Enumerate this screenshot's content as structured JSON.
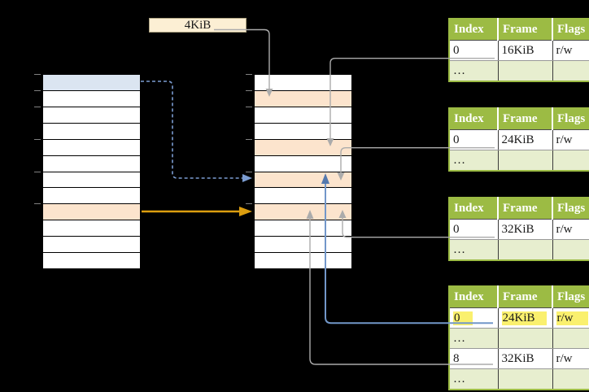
{
  "colors": {
    "background": "#000000",
    "row_white": "#FFFFFF",
    "row_blue": "#DBE5F1",
    "row_orange": "#FCE4CD",
    "banner_bg": "#FCEFD4",
    "banner_border": "#B0A584",
    "table_green": "#9CBB44",
    "table_green_light": "#E7EECF",
    "highlight_yellow": "#FAF06E",
    "connector_gray": "#ABABAB",
    "connector_blue": "#7297C9",
    "arrowhead_blue": "#5579AD",
    "arrow_dashed_blue": "#7B9CD1",
    "arrow_orange": "#DC9E0F",
    "tick_gray": "#808080"
  },
  "banner": {
    "label": "4KiB"
  },
  "left_table": {
    "rows": [
      "blue",
      "white",
      "white",
      "white",
      "white",
      "white",
      "white",
      "white",
      "orange",
      "white",
      "white",
      "white"
    ],
    "tick_rows": [
      0,
      1,
      2,
      4,
      6,
      8
    ]
  },
  "middle_table": {
    "rows": [
      "white",
      "orange",
      "white",
      "white",
      "orange",
      "white",
      "orange",
      "white",
      "orange",
      "white",
      "white",
      "white"
    ],
    "tick_rows": [
      0,
      1,
      2,
      4,
      6,
      8
    ]
  },
  "frame_tables": [
    {
      "headers": [
        "Index",
        "Frame",
        "Flags"
      ],
      "rows": [
        {
          "cells": [
            "0",
            "16KiB",
            "r/w"
          ],
          "variant": "data",
          "highlight": false
        },
        {
          "cells": [
            "…",
            "",
            ""
          ],
          "variant": "ellipsis",
          "highlight": false
        }
      ]
    },
    {
      "headers": [
        "Index",
        "Frame",
        "Flags"
      ],
      "rows": [
        {
          "cells": [
            "0",
            "24KiB",
            "r/w"
          ],
          "variant": "data",
          "highlight": false
        },
        {
          "cells": [
            "…",
            "",
            ""
          ],
          "variant": "ellipsis",
          "highlight": false
        }
      ]
    },
    {
      "headers": [
        "Index",
        "Frame",
        "Flags"
      ],
      "rows": [
        {
          "cells": [
            "0",
            "32KiB",
            "r/w"
          ],
          "variant": "data",
          "highlight": false
        },
        {
          "cells": [
            "…",
            "",
            ""
          ],
          "variant": "ellipsis",
          "highlight": false
        }
      ]
    },
    {
      "headers": [
        "Index",
        "Frame",
        "Flags"
      ],
      "rows": [
        {
          "cells": [
            "0",
            "24KiB",
            "r/w"
          ],
          "variant": "data",
          "highlight": true
        },
        {
          "cells": [
            "…",
            "",
            ""
          ],
          "variant": "ellipsis",
          "highlight": false
        },
        {
          "cells": [
            "8",
            "32KiB",
            "r/w"
          ],
          "variant": "data",
          "highlight": false
        },
        {
          "cells": [
            "…",
            "",
            ""
          ],
          "variant": "ellipsis",
          "highlight": false
        }
      ]
    }
  ]
}
